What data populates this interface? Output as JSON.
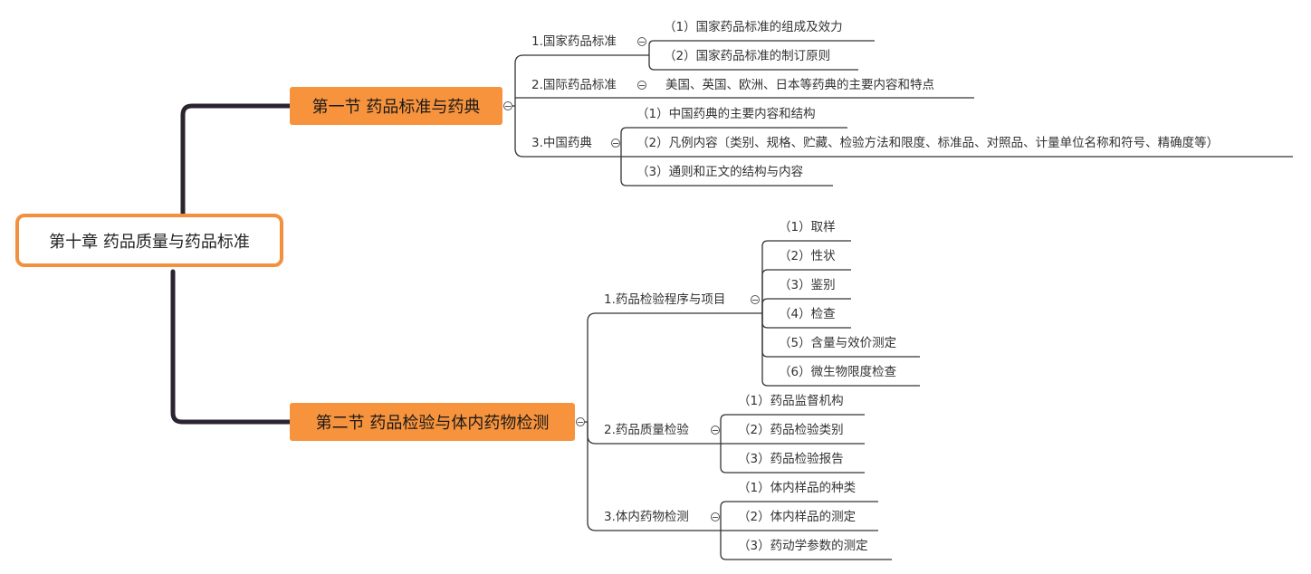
{
  "root": {
    "label": "第十章 药品质量与药品标准"
  },
  "section1": {
    "label": "第一节 药品标准与药典",
    "topics": [
      {
        "label": "1.国家药品标准",
        "items": [
          "（1）国家药品标准的组成及效力",
          "（2）国家药品标准的制订原则"
        ]
      },
      {
        "label": "2.国际药品标准",
        "items": [
          "美国、英国、欧洲、日本等药典的主要内容和特点"
        ]
      },
      {
        "label": "3.中国药典",
        "items": [
          "（1）中国药典的主要内容和结构",
          "（2）凡例内容〔类别、规格、贮藏、检验方法和限度、标准品、对照品、计量单位名称和符号、精确度等）",
          "（3）通则和正文的结构与内容"
        ]
      }
    ]
  },
  "section2": {
    "label": "第二节 药品检验与体内药物检测",
    "topics": [
      {
        "label": "1.药品检验程序与项目",
        "items": [
          "（1）取样",
          "（2）性状",
          "（3）鉴别",
          "（4）检查",
          "（5）含量与效价测定",
          "（6）微生物限度检查"
        ]
      },
      {
        "label": "2.药品质量检验",
        "items": [
          "（1）药品监督机构",
          "（2）药品检验类别",
          "（3）药品检验报告"
        ]
      },
      {
        "label": "3.体内药物检测",
        "items": [
          "（1）体内样品的种类",
          "（2）体内样品的测定",
          "（3）药动学参数的测定"
        ]
      }
    ]
  },
  "colors": {
    "accent": "#f7933c",
    "root_border": "#f2903e",
    "trunk": "#2b2330",
    "line": "#333333"
  }
}
